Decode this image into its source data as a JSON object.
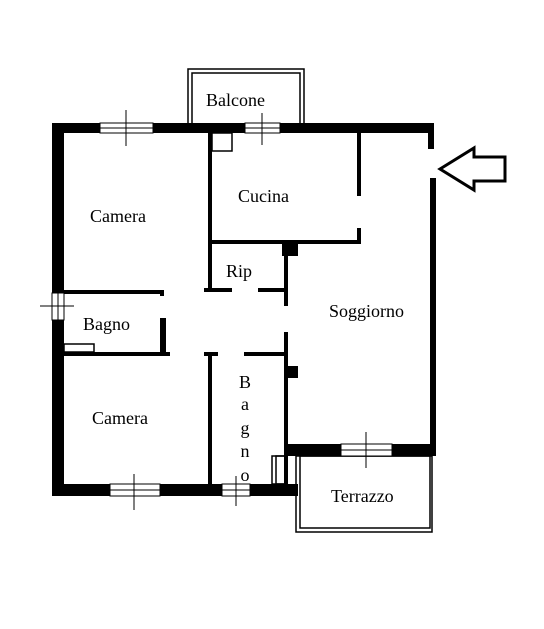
{
  "rooms": {
    "balcony": "Balcone",
    "kitchen": "Cucina",
    "bedroom_top": "Camera",
    "storage": "Rip",
    "bathroom_small": "Bagno",
    "living_room": "Soggiorno",
    "bedroom_bottom": "Camera",
    "bathroom_vertical": [
      "B",
      "a",
      "g",
      "n",
      "o"
    ],
    "terrace": "Terrazzo"
  },
  "icons": {
    "entrance": "entrance-arrow-icon"
  },
  "colors": {
    "wall": "#000000",
    "background": "#ffffff"
  }
}
